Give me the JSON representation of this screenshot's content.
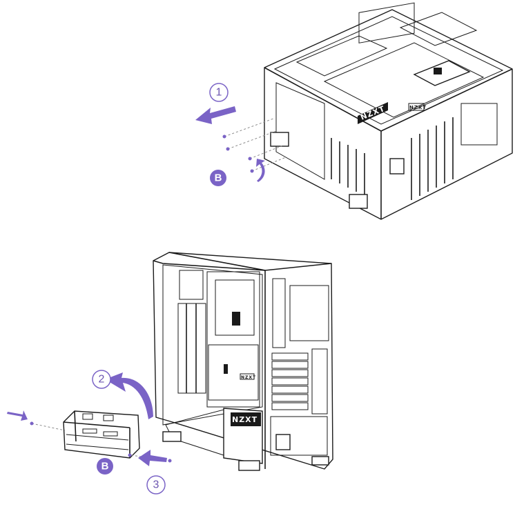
{
  "colors": {
    "accent": "#7a63c6",
    "accent_dark": "#6b54b0",
    "line": "#1a1a1a",
    "background": "#ffffff"
  },
  "steps": {
    "step1": "1",
    "step2": "2",
    "step3": "3"
  },
  "badges": {
    "top": "B",
    "bottom": "B"
  },
  "brand": {
    "case_logo_top": "NZXT",
    "case_logo_bottom": "NZXT",
    "panel_logo_top": "NZXT",
    "panel_logo_bottom": "NZXT"
  }
}
